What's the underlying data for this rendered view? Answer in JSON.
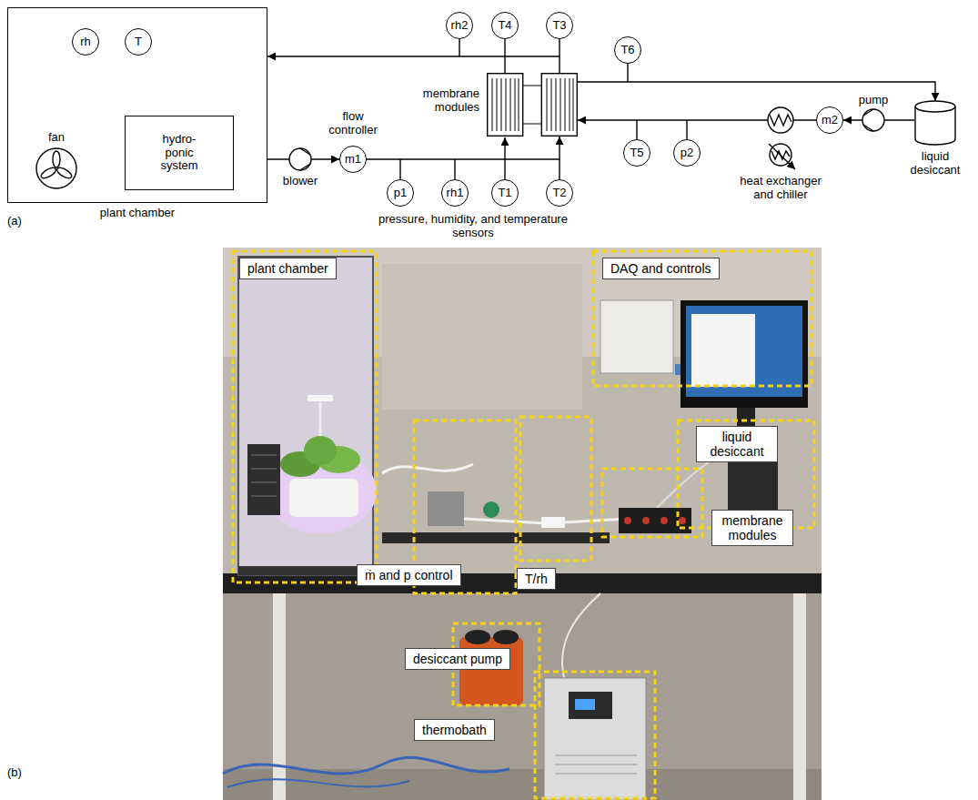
{
  "diagram": {
    "nodes": [
      {
        "text": [
          "plant chamber"
        ]
      },
      {
        "text": [
          "rh"
        ],
        "in": 0
      },
      {
        "text": [
          "T"
        ],
        "in": 0
      },
      {
        "text": [
          "hydro- ponic system"
        ],
        "in": 0
      },
      {
        "text": [
          "rh2"
        ]
      },
      {
        "text": [
          "T4"
        ]
      },
      {
        "text": [
          "T3"
        ]
      },
      {
        "text": [
          "T6"
        ]
      },
      {
        "text": [
          "membrane modules"
        ]
      },
      {
        "text": [
          "m1"
        ]
      },
      {
        "text": [
          "p1"
        ]
      },
      {
        "text": [
          "rh1"
        ]
      },
      {
        "text": [
          "T1"
        ]
      },
      {
        "text": [
          "T2"
        ]
      },
      {
        "text": [
          "T5"
        ]
      },
      {
        "text": [
          "p2"
        ]
      },
      {
        "text": [
          "m2"
        ]
      },
      {
        "text": [
          "liquid desiccant"
        ]
      },
      {
        "text": [
          "plant chamber"
        ]
      },
      {
        "text": [
          "DAQ and controls"
        ]
      },
      {
        "text": [
          "liquid desiccant"
        ]
      },
      {
        "text": [
          "ṁ and p control"
        ]
      },
      {
        "text": [
          "T/rh"
        ]
      },
      {
        "text": [
          "membrane modules"
        ]
      },
      {
        "text": [
          "desiccant pump"
        ]
      },
      {
        "text": [
          "thermobath"
        ]
      }
    ],
    "edges": [
      {
        "from": 0,
        "to": 9,
        "arrow": "to"
      },
      {
        "from": 9,
        "to": 8,
        "arrow": "to"
      },
      {
        "from": 8,
        "to": 0,
        "arrow": "to"
      },
      {
        "from": 8,
        "to": 17,
        "arrow": "to"
      },
      {
        "from": 17,
        "to": 16,
        "arrow": "to"
      },
      {
        "from": 16,
        "to": 8,
        "arrow": "to"
      }
    ],
    "labels": [
      "(a)",
      "fan",
      "blower",
      "flow controller",
      "pressure, humidity, and temperature sensors",
      "pump",
      "heat exchanger and chiller",
      "(b)"
    ]
  }
}
